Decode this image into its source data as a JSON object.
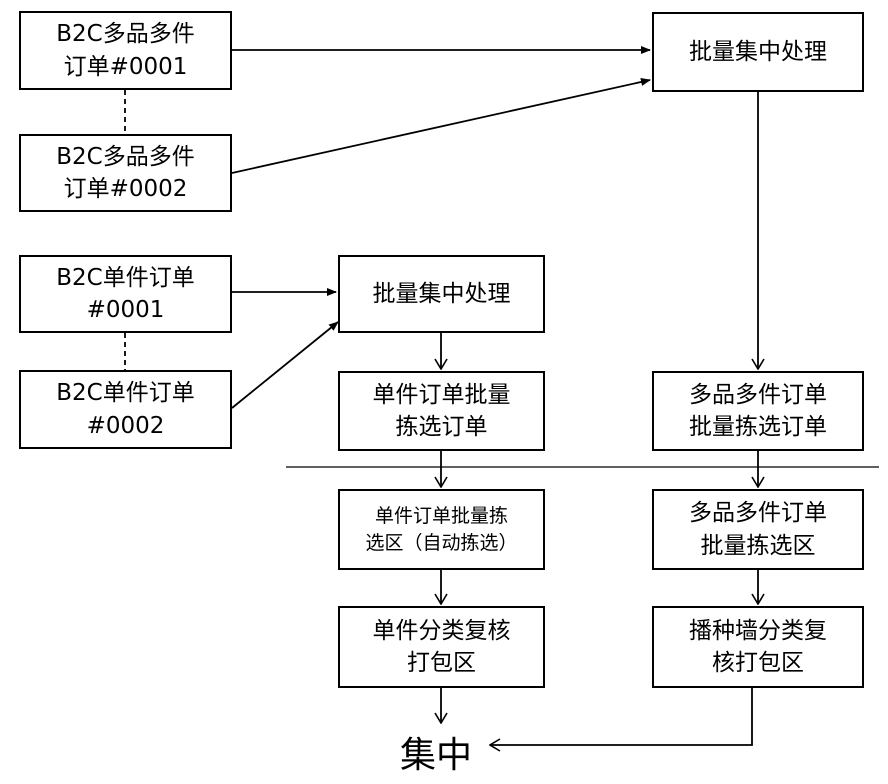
{
  "nodes": {
    "b2c_multi_1": [
      "B2C多品多件",
      "订单#0001"
    ],
    "b2c_multi_2": [
      "B2C多品多件",
      "订单#0002"
    ],
    "batch_top": [
      "批量集中处理"
    ],
    "b2c_single_1": [
      "B2C单件订单",
      "#0001"
    ],
    "b2c_single_2": [
      "B2C单件订单",
      "#0002"
    ],
    "batch_mid": [
      "批量集中处理"
    ],
    "single_pick_order": [
      "单件订单批量",
      "拣选订单"
    ],
    "multi_pick_order": [
      "多品多件订单",
      "批量拣选订单"
    ],
    "single_pick_zone": [
      "单件订单批量拣",
      "选区（自动拣选）"
    ],
    "multi_pick_zone": [
      "多品多件订单",
      "批量拣选区"
    ],
    "single_pack": [
      "单件分类复核",
      "打包区"
    ],
    "wall_pack": [
      "播种墙分类复",
      "核打包区"
    ],
    "final": "集中"
  }
}
